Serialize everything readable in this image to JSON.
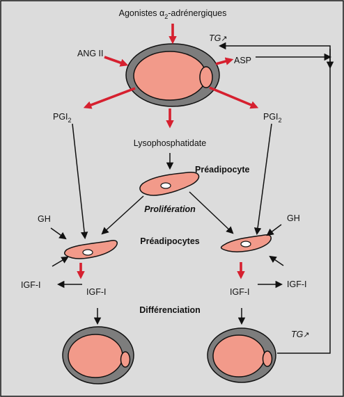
{
  "colors": {
    "background": "#dcdcdc",
    "frame": "#111111",
    "cell_fill": "#f29a8a",
    "cell_ring": "#7d7d7d",
    "red_arrow": "#d6202f",
    "black_arrow": "#111111"
  },
  "labels": {
    "agonists_prefix": "Agonistes α",
    "agonists_sub": "2",
    "agonists_suffix": "-adrénergiques",
    "ang2": "ANG II",
    "tg_top": "TG",
    "tg_bottom": "TG",
    "asp": "ASP",
    "pgi_left": "PGI",
    "pgi_left_sub": "2",
    "pgi_right": "PGI",
    "pgi_right_sub": "2",
    "lyso": "Lysophosphatidate",
    "preadipocyte": "Préadipocyte",
    "proliferation": "Prolifération",
    "gh_left": "GH",
    "gh_right": "GH",
    "preadipocytes": "Préadipocytes",
    "igf_left_outer": "IGF-I",
    "igf_left_inner": "IGF-I",
    "igf_right_inner": "IGF-I",
    "igf_right_outer": "IGF-I",
    "differenciation": "Différenciation"
  }
}
